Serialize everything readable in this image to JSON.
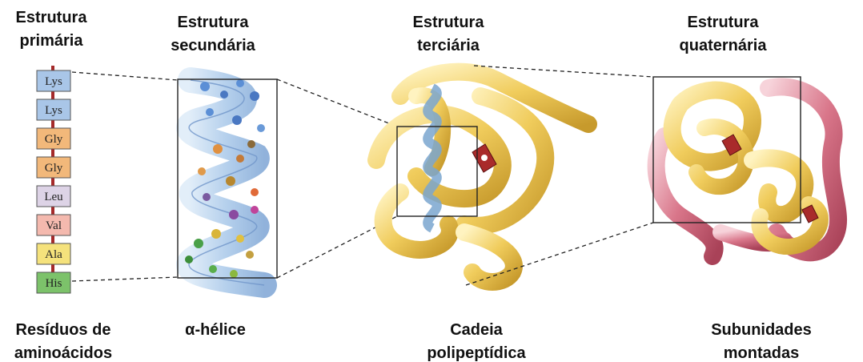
{
  "titles": {
    "primary": [
      "Estrutura",
      "primária"
    ],
    "secondary": [
      "Estrutura",
      "secundária"
    ],
    "tertiary": [
      "Estrutura",
      "terciária"
    ],
    "quaternary": [
      "Estrutura",
      "quaternária"
    ]
  },
  "captions": {
    "primary": [
      "Resíduos de",
      "aminoácidos"
    ],
    "secondary": [
      "α-hélice"
    ],
    "tertiary": [
      "Cadeia",
      "polipeptídica"
    ],
    "quaternary": [
      "Subunidades",
      "montadas"
    ]
  },
  "residues": [
    {
      "name": "Lys",
      "color": "#a9c6e8"
    },
    {
      "name": "Lys",
      "color": "#a9c6e8"
    },
    {
      "name": "Gly",
      "color": "#f2b87a"
    },
    {
      "name": "Gly",
      "color": "#f2b87a"
    },
    {
      "name": "Leu",
      "color": "#ddd3e6"
    },
    {
      "name": "Val",
      "color": "#f4b9ae"
    },
    {
      "name": "Ala",
      "color": "#f5e27c"
    },
    {
      "name": "His",
      "color": "#7cc26a"
    }
  ],
  "colors": {
    "backbone": "#a52a2a",
    "helix": "#8fb6e0",
    "ribbon_gold": "#e8c462",
    "ribbon_pink": "#d9768a",
    "zoom_line": "#222222"
  }
}
